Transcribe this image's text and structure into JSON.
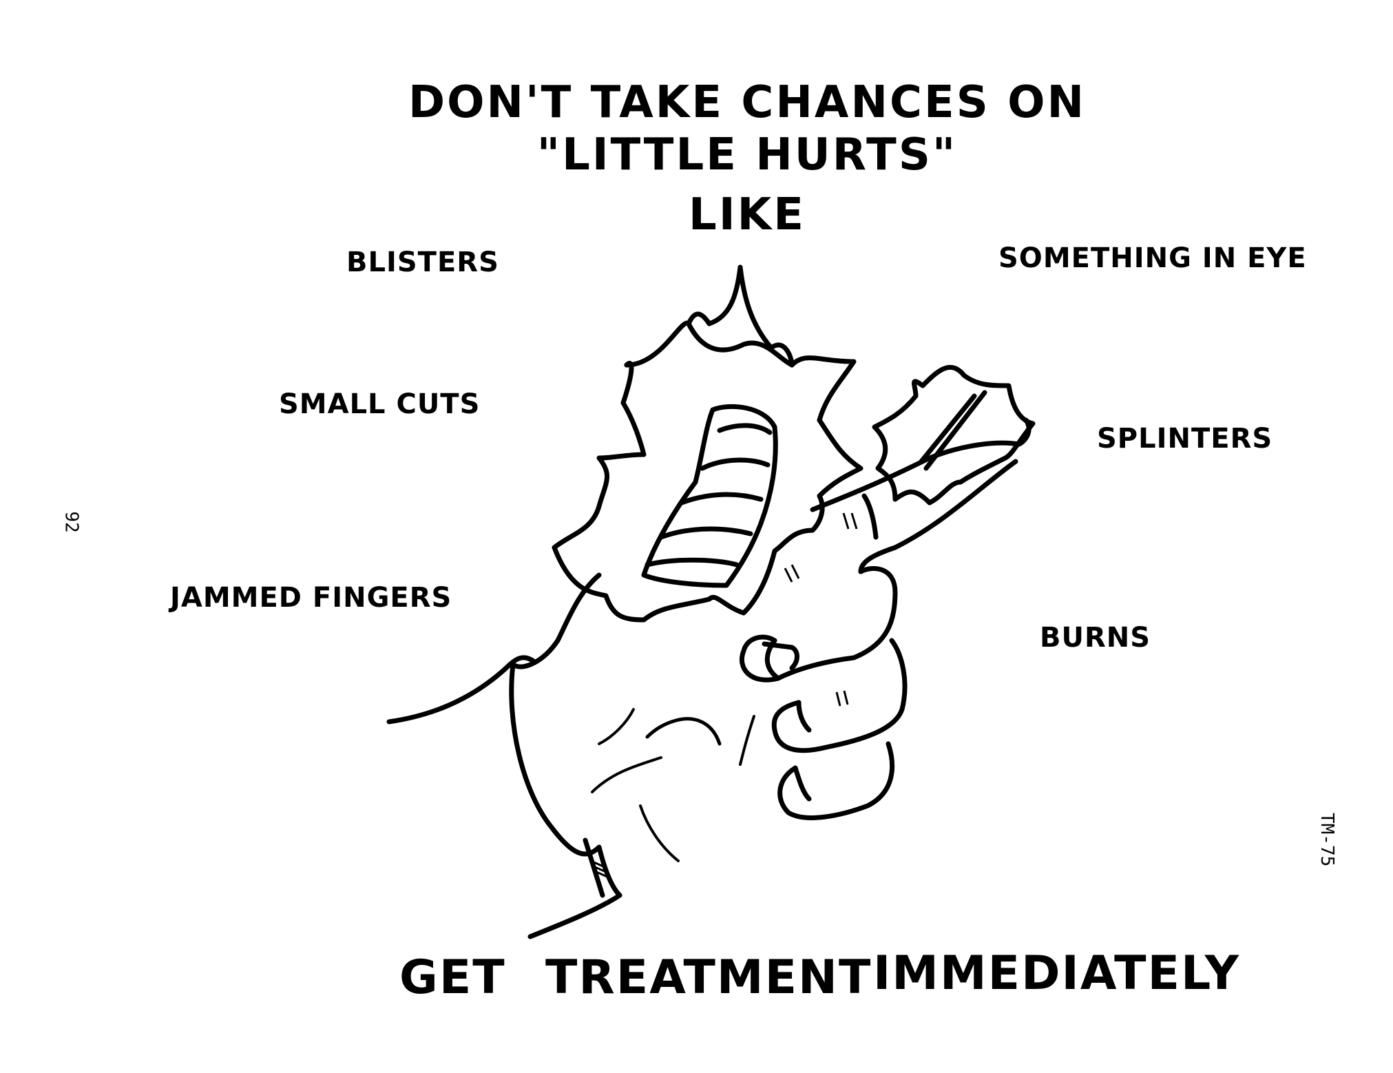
{
  "title": {
    "line1": "DON'T  TAKE  CHANCES  ON",
    "line2": "\"LITTLE HURTS\"",
    "line3": "LIKE"
  },
  "labels": {
    "blisters": "BLISTERS",
    "small_cuts": "SMALL  CUTS",
    "jammed_fingers": "JAMMED  FINGERS",
    "something_in_eye": "SOMETHING  IN  EYE",
    "splinters": "SPLINTERS",
    "burns": "BURNS"
  },
  "footer": {
    "word1": "GET",
    "word2": "TREATMENT",
    "word3": "IMMEDIATELY"
  },
  "margin": {
    "page_number": "92",
    "doc_code": "TM-75"
  },
  "illustration": {
    "icon": "hand-with-hurt-thumb-and-finger"
  }
}
